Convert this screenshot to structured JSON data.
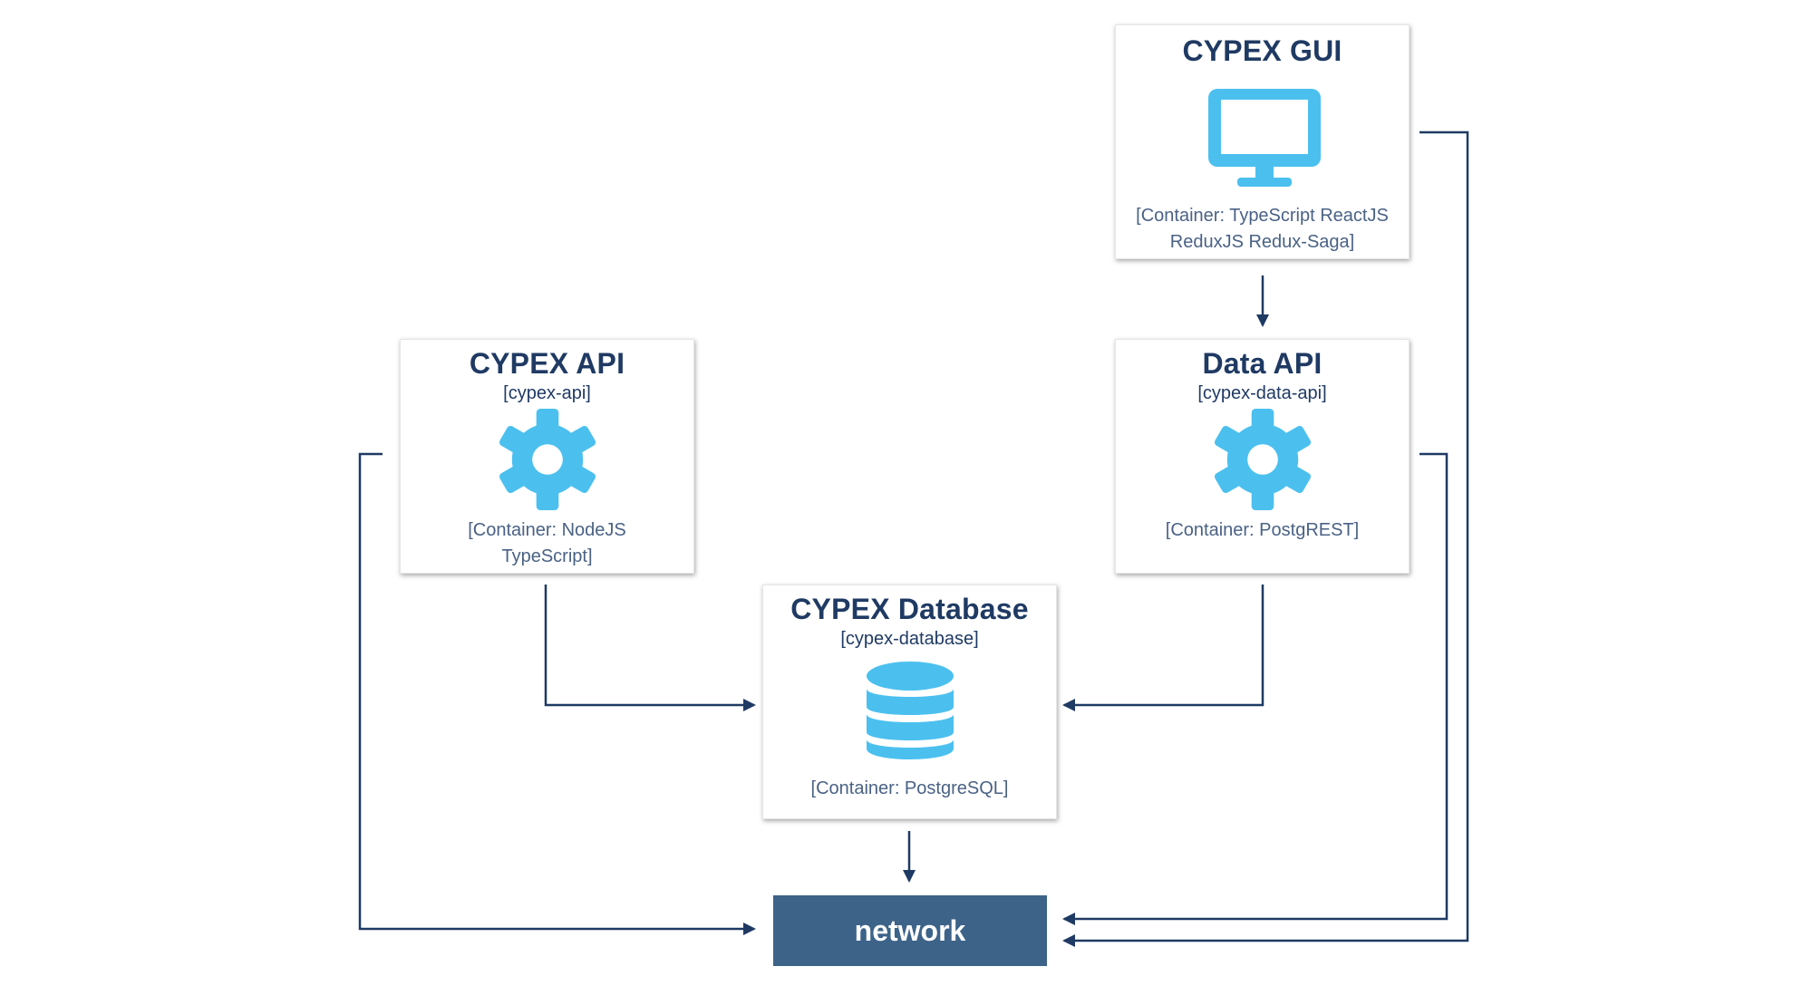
{
  "nodes": {
    "gui": {
      "title": "CYPEX GUI",
      "tag": "",
      "description": "[Container: TypeScript ReactJS\nReduxJS Redux-Saga]",
      "icon": "monitor-icon"
    },
    "cypex_api": {
      "title": "CYPEX API",
      "tag": "[cypex-api]",
      "description": "[Container: NodeJS\nTypeScript]",
      "icon": "gear-icon"
    },
    "data_api": {
      "title": "Data API",
      "tag": "[cypex-data-api]",
      "description": "[Container: PostgREST]",
      "icon": "gear-icon"
    },
    "database": {
      "title": "CYPEX Database",
      "tag": "[cypex-database]",
      "description": "[Container: PostgreSQL]",
      "icon": "database-icon"
    },
    "network": {
      "label": "network"
    }
  },
  "colors": {
    "title": "#1f3a63",
    "icon": "#4bc0ef",
    "arrow": "#1f3a63",
    "network_fill": "#3d6389"
  }
}
